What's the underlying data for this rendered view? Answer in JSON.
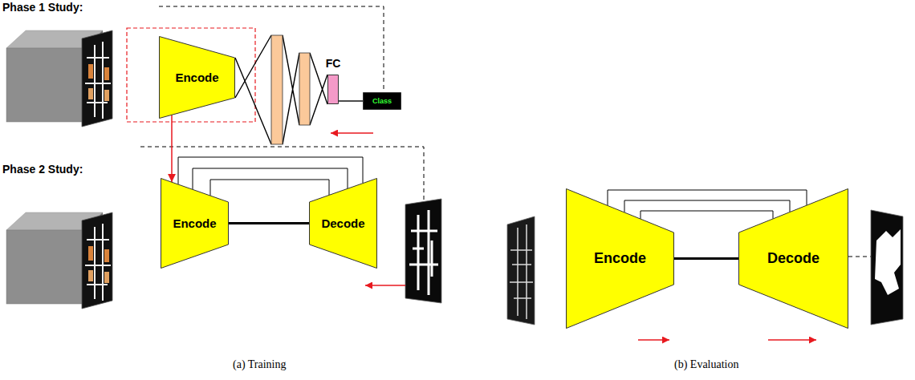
{
  "diagram": {
    "nodes": [
      {
        "text": [
          "Encode"
        ]
      },
      {
        "text": [
          "FC"
        ]
      },
      {
        "text": [
          "Class"
        ]
      },
      {
        "text": [
          "Encode"
        ]
      },
      {
        "text": [
          "Decode"
        ]
      },
      {
        "text": [
          "Encode"
        ]
      },
      {
        "text": [
          "Decode"
        ]
      }
    ],
    "edges": [
      {
        "from": 1,
        "to": 2,
        "arrow": "none"
      },
      {
        "from": 0,
        "to": 3,
        "arrow": "to"
      },
      {
        "from": 3,
        "to": 4,
        "arrow": "none"
      },
      {
        "from": 3,
        "to": 4,
        "arrow": "none"
      },
      {
        "from": 3,
        "to": 4,
        "arrow": "none"
      },
      {
        "from": 3,
        "to": 4,
        "arrow": "none"
      },
      {
        "from": 5,
        "to": 6,
        "arrow": "none"
      },
      {
        "from": 5,
        "to": 6,
        "arrow": "none"
      },
      {
        "from": 5,
        "to": 6,
        "arrow": "none"
      },
      {
        "from": 5,
        "to": 6,
        "arrow": "none"
      }
    ],
    "labels": [
      "Phase 1 Study:",
      "Phase 2 Study:",
      "(a) Training",
      "(b) Evaluation"
    ]
  }
}
